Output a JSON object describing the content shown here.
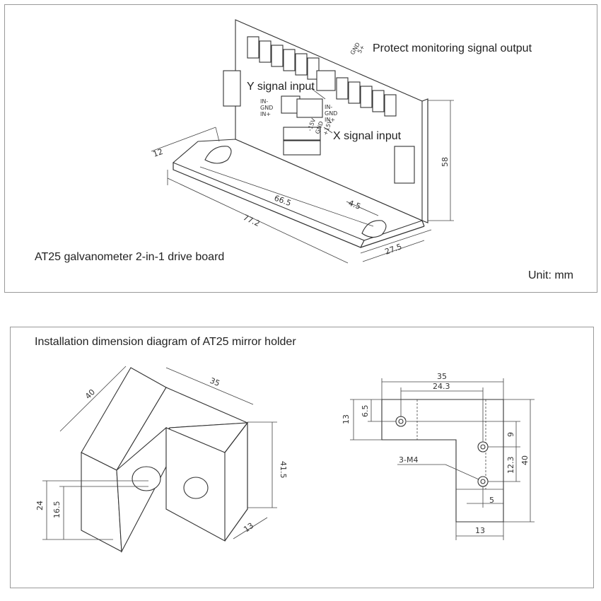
{
  "top": {
    "board_caption": "AT25 galvanometer 2-in-1 drive board",
    "unit": "Unit: mm",
    "labels": {
      "protect": "Protect monitoring signal output",
      "y_input": "Y signal input",
      "x_input": "X signal input"
    },
    "pins": {
      "gnd": "GND",
      "five_plus": "5+",
      "in_minus": "IN-",
      "in_plus": "IN+",
      "minus15": "-15V",
      "plus15": "+15V"
    },
    "dims": {
      "d12": "12",
      "d66_5": "66.5",
      "d4_5": "4.5",
      "d77_2": "77.2",
      "d27_5": "27.5",
      "d58": "58"
    }
  },
  "bottom": {
    "caption": "Installation dimension diagram of AT25 mirror holder",
    "iso_dims": {
      "d40": "40",
      "d35": "35",
      "d41_5": "41.5",
      "d13": "13",
      "d24": "24",
      "d16_5": "16.5"
    },
    "front_dims": {
      "d35": "35",
      "d24_3": "24.3",
      "d13_left": "13",
      "d6_5": "6.5",
      "d9": "9",
      "d12_3": "12.3",
      "d40": "40",
      "d5": "5",
      "d13_bottom": "13",
      "hole_note": "3-M4"
    }
  }
}
